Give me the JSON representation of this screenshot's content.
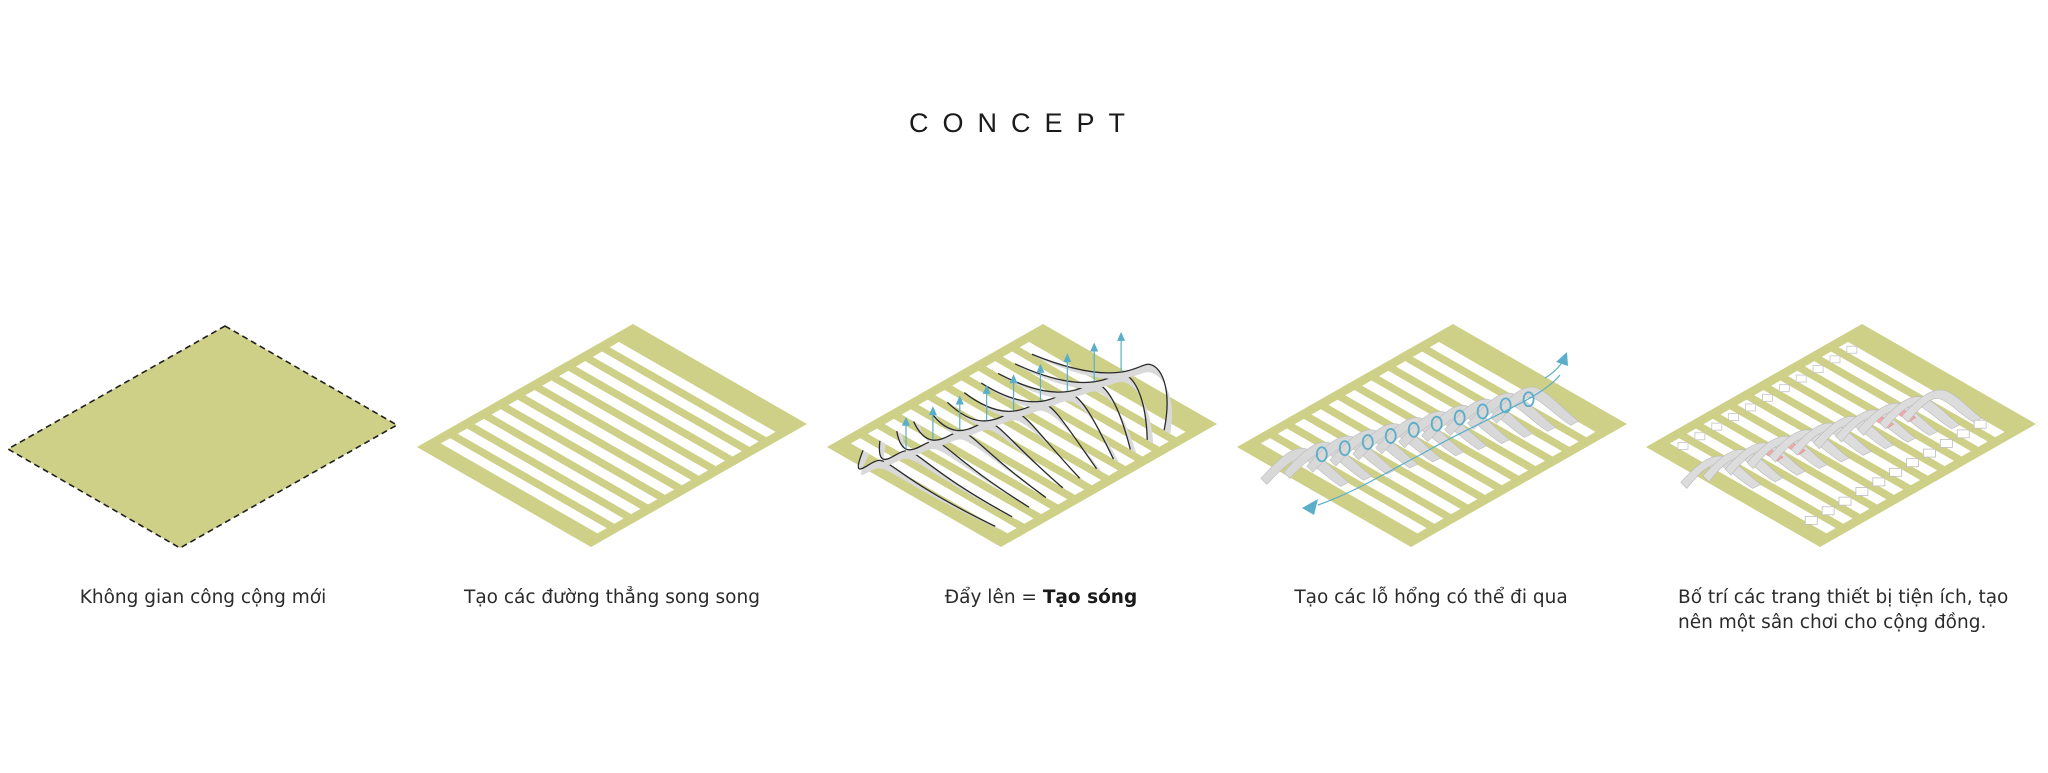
{
  "title": "CONCEPT",
  "colors": {
    "ground": "#cdd086",
    "stripe": "#ffffff",
    "accent_blue": "#5aaec9",
    "accent_pink": "#f0a8a8",
    "wave_gray": "#d6d6d6",
    "outline": "#2a2a2a"
  },
  "steps": [
    {
      "caption": "Không gian công cộng mới",
      "icon": "dashed-plain-ground-icon"
    },
    {
      "caption": "Tạo các đường thẳng song song",
      "icon": "parallel-stripes-icon"
    },
    {
      "caption_prefix": "Đẩy lên = ",
      "caption_bold": "Tạo sóng",
      "icon": "push-up-waves-icon"
    },
    {
      "caption": "Tạo các lỗ hổng có thể đi qua",
      "icon": "pass-through-holes-icon"
    },
    {
      "caption_line1": "Bố trí các trang thiết bị tiện ích, tạo",
      "caption_line2": "nên một sân chơi cho cộng đồng.",
      "icon": "playground-facilities-icon"
    }
  ]
}
